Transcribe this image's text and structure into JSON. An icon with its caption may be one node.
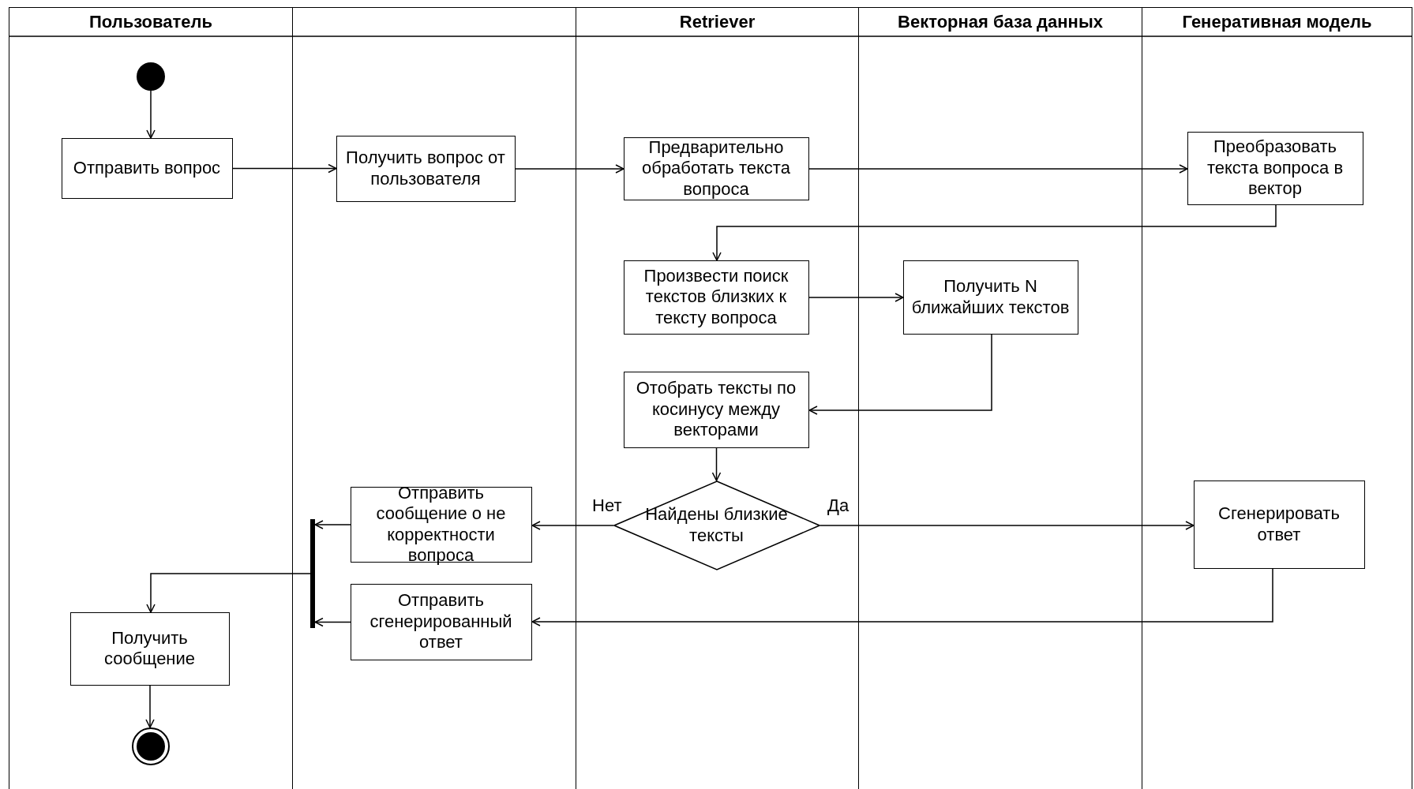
{
  "diagram": {
    "nodes": [
      {
        "text": [
          "Пользователь"
        ]
      },
      {
        "text": [],
        "shape": "box"
      },
      {
        "text": [
          "Retriever"
        ]
      },
      {
        "text": [
          "Векторная база данных"
        ]
      },
      {
        "text": [
          "Генеративная модель"
        ]
      },
      {
        "text": [],
        "shape": "circle",
        "in": 0
      },
      {
        "text": [
          "Отправить вопрос"
        ],
        "in": 0
      },
      {
        "text": [
          "Получить вопрос от пользователя"
        ],
        "in": 1
      },
      {
        "text": [
          "Предварительно обработать текста вопроса"
        ],
        "in": 2
      },
      {
        "text": [
          "Преобразовать текста вопроса в вектор"
        ],
        "in": 4
      },
      {
        "text": [
          "Произвести поиск текстов близких к тексту вопроса"
        ],
        "in": 2
      },
      {
        "text": [
          "Получить N ближайших текстов"
        ],
        "in": 3
      },
      {
        "text": [
          "Отобрать тексты по косинусу между векторами"
        ],
        "in": 2
      },
      {
        "text": [
          "Найдены близкие тексты"
        ],
        "in": 2
      },
      {
        "text": [
          "Отправить сообщение о не корректности вопроса"
        ],
        "in": 1
      },
      {
        "text": [
          "Сгенерировать ответ"
        ],
        "in": 4
      },
      {
        "text": [
          "Отправить сгенерированный ответ"
        ],
        "in": 1
      },
      {
        "text": [],
        "shape": "bar",
        "in": 1
      },
      {
        "text": [
          "Получить сообщение"
        ],
        "in": 0
      },
      {
        "text": [],
        "shape": "circle",
        "in": 0
      }
    ],
    "edges": [
      {
        "from": 5,
        "to": 6,
        "arrow": "to"
      },
      {
        "from": 6,
        "to": 7,
        "arrow": "to"
      },
      {
        "from": 7,
        "to": 8,
        "arrow": "to"
      },
      {
        "from": 8,
        "to": 9,
        "arrow": "to"
      },
      {
        "from": 9,
        "to": 10,
        "arrow": "to"
      },
      {
        "from": 10,
        "to": 11,
        "arrow": "to"
      },
      {
        "from": 11,
        "to": 12,
        "arrow": "to"
      },
      {
        "from": 12,
        "to": 13,
        "arrow": "to"
      },
      {
        "from": 13,
        "to": 14,
        "arrow": "to",
        "label": "Нет"
      },
      {
        "from": 13,
        "to": 15,
        "arrow": "to",
        "label": "Да"
      },
      {
        "from": 15,
        "to": 16,
        "arrow": "to"
      },
      {
        "from": 14,
        "to": 17,
        "arrow": "to"
      },
      {
        "from": 16,
        "to": 17,
        "arrow": "to"
      },
      {
        "from": 17,
        "to": 18,
        "arrow": "to"
      },
      {
        "from": 18,
        "to": 19,
        "arrow": "to"
      }
    ]
  }
}
